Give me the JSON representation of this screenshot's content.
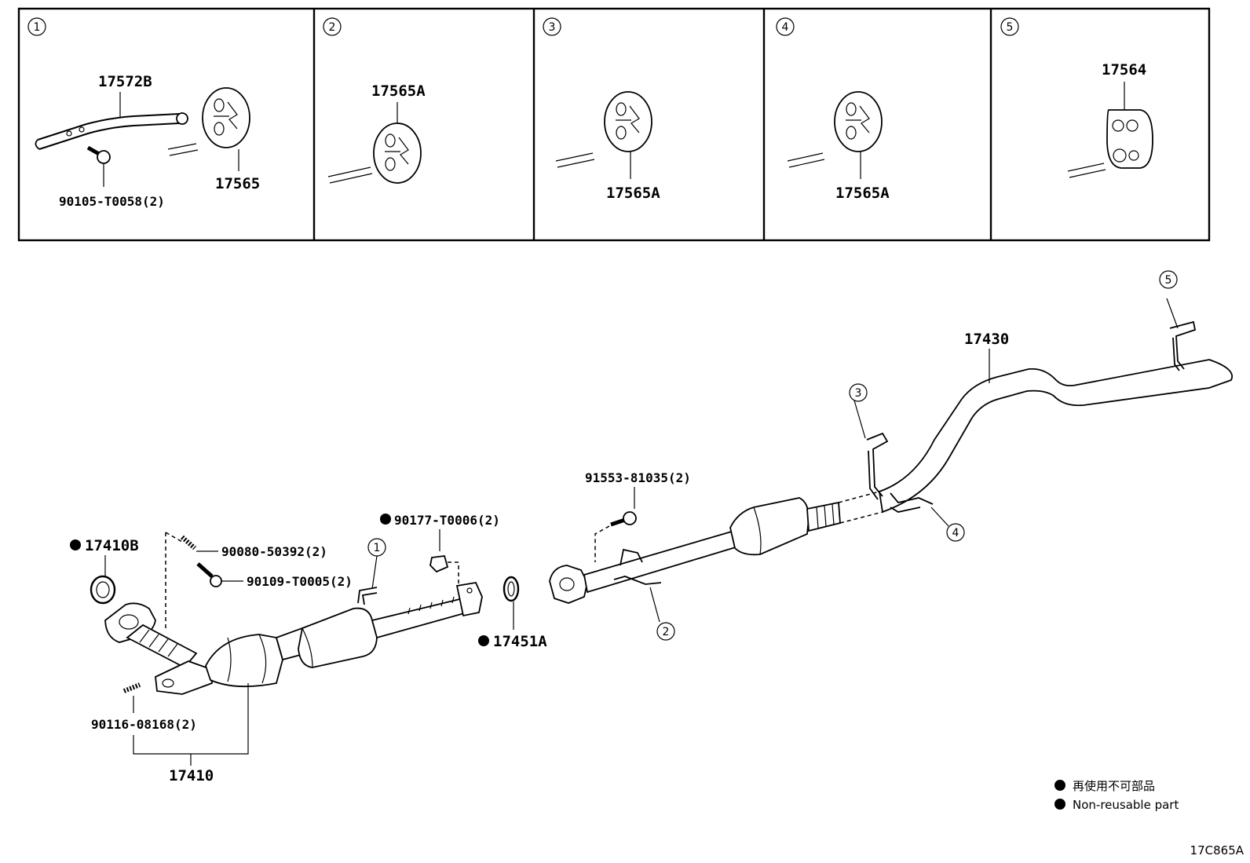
{
  "panels": [
    {
      "number": "1",
      "labels": [
        "17572B",
        "17565",
        "90105-T0058(2)"
      ]
    },
    {
      "number": "2",
      "labels": [
        "17565A"
      ]
    },
    {
      "number": "3",
      "labels": [
        "17565A"
      ]
    },
    {
      "number": "4",
      "labels": [
        "17565A"
      ]
    },
    {
      "number": "5",
      "labels": [
        "17564"
      ]
    }
  ],
  "main": {
    "gasket_17410b": "17410B",
    "stud_90080": "90080-50392(2)",
    "bolt_90109": "90109-T0005(2)",
    "nut_90177": "90177-T0006(2)",
    "gasket_17451a": "17451A",
    "stud_90116": "90116-08168(2)",
    "pipe_17410": "17410",
    "bolt_91553": "91553-81035(2)",
    "pipe_17430": "17430",
    "callouts": [
      "1",
      "2",
      "3",
      "4",
      "5"
    ]
  },
  "legend": {
    "jp": "再使用不可部品",
    "en": "Non-reusable part"
  },
  "diagram_code": "17C865A"
}
